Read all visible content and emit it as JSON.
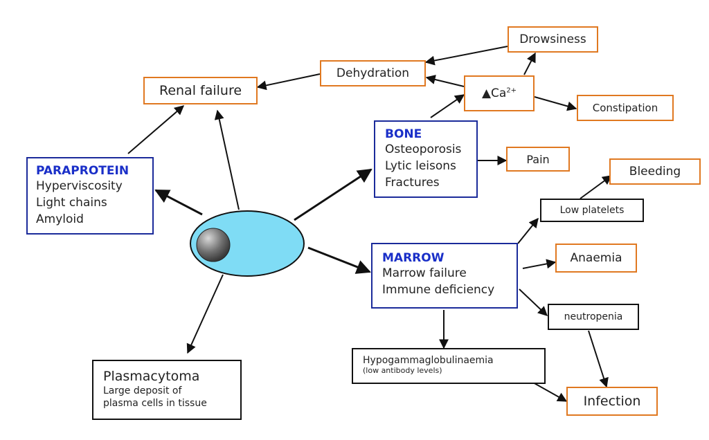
{
  "nodes": {
    "renal_failure": "Renal failure",
    "dehydration": "Dehydration",
    "drowsiness": "Drowsiness",
    "calcium_up": "▲Ca",
    "calcium_sup": "2+",
    "constipation": "Constipation",
    "pain": "Pain",
    "bleeding": "Bleeding",
    "low_platelets": "Low platelets",
    "anaemia": "Anaemia",
    "neutropenia": "neutropenia",
    "infection": "Infection",
    "hypogamma_title": "Hypogammaglobulinaemia",
    "hypogamma_sub": "(low antibody levels)",
    "plasmacytoma_title": "Plasmacytoma",
    "plasmacytoma_l1": "Large deposit of",
    "plasmacytoma_l2": "plasma cells in tissue"
  },
  "paraprotein": {
    "title": "PARAPROTEIN",
    "lines": [
      "Hyperviscosity",
      "Light chains",
      "Amyloid"
    ]
  },
  "bone": {
    "title": "BONE",
    "lines": [
      "Osteoporosis",
      "Lytic leisons",
      "Fractures"
    ]
  },
  "marrow": {
    "title": "MARROW",
    "lines": [
      "Marrow failure",
      "Immune deficiency"
    ]
  },
  "colors": {
    "orange": "#e07820",
    "blue_border": "#1a2a9a",
    "blue_heading": "#1a2fc8",
    "cell_fill": "#7fdcf5",
    "nucleus": "#707070"
  }
}
